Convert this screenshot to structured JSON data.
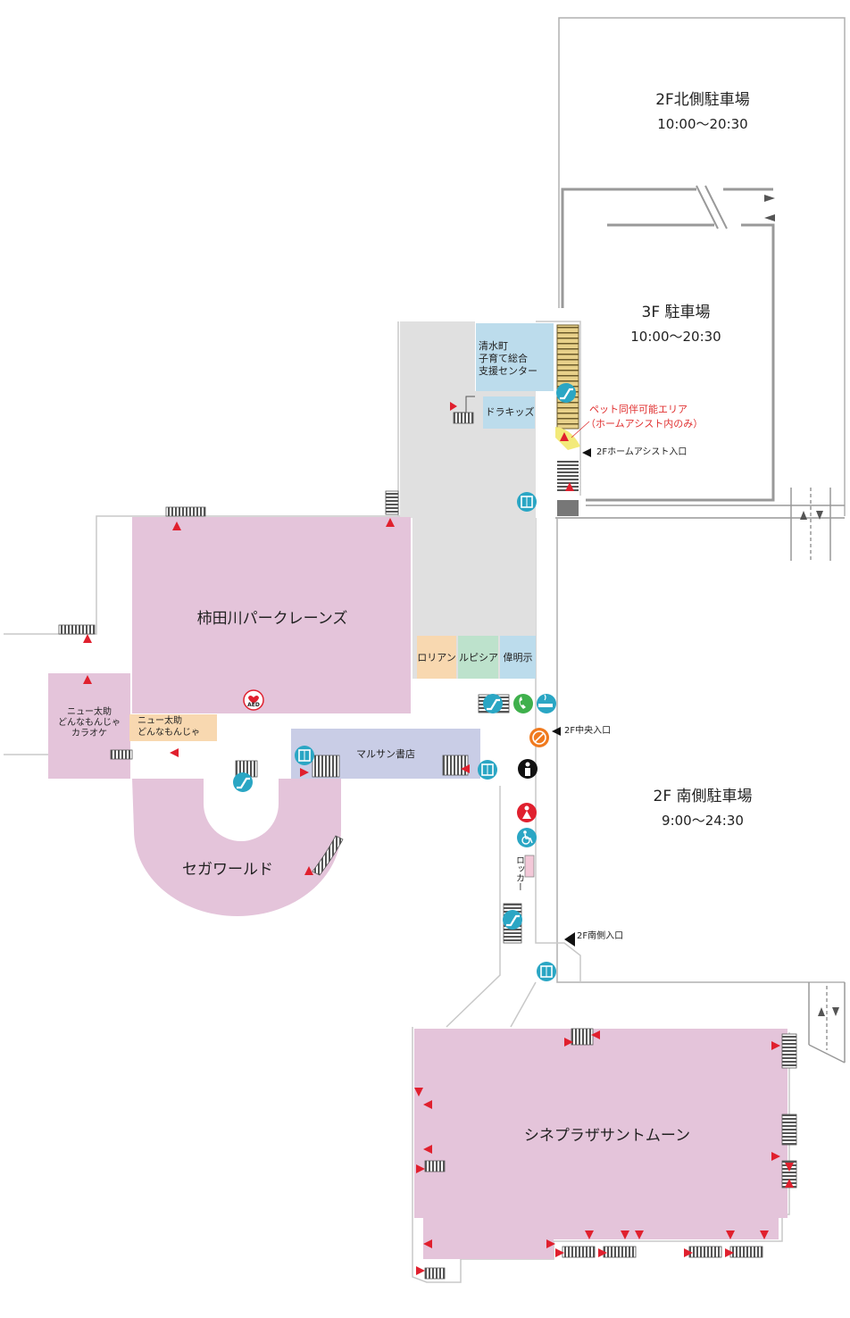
{
  "parking": {
    "north": {
      "name": "2F北側駐車場",
      "hours": "10:00〜20:30"
    },
    "third": {
      "name": "3F 駐車場",
      "hours": "10:00〜20:30"
    },
    "south": {
      "name": "2F 南側駐車場",
      "hours": "9:00〜24:30"
    }
  },
  "shops": {
    "kakitagawa": "柿田川パークレーンズ",
    "sega": "セガワールド",
    "cineplaza": "シネプラザサントムーン",
    "marusan": "マルサン書店",
    "shimizu": [
      "清水町",
      "子育て総合",
      "支援センター"
    ],
    "drakids": "ドラキッズ",
    "lorian": "ロリアン",
    "lupicia": "ルピシア",
    "imeiji": "偉明示",
    "newtaisuke_karaoke": [
      "ニュー太助",
      "どんなもんじゃ",
      "カラオケ"
    ],
    "newtaisuke": [
      "ニュー太助",
      "どんなもんじゃ"
    ]
  },
  "pet_area": [
    "ペット同伴可能エリア",
    "（ホームアシスト内のみ）"
  ],
  "entrances": {
    "homeassist": "2Fホームアシスト入口",
    "central": "2F中央入口",
    "south": "2F南側入口"
  },
  "locker": "ロッカー",
  "aed": "AED",
  "colors": {
    "pink_shop": "#e4c4da",
    "gray_area": "#e0e0e0",
    "blue_shop": "#bcdcec",
    "orange_shop": "#f8d8b0",
    "green_shop": "#bde2cc",
    "lilac_shop": "#c9cde6",
    "teal_icon": "#2aa6c4",
    "red_marker": "#e0202e",
    "green_icon": "#3fb04c",
    "orange_icon": "#f07a1e"
  },
  "icons": [
    "escalator-icon",
    "elevator-icon",
    "phone-icon",
    "smoking-icon",
    "no-pets-icon",
    "mens-toilet-icon",
    "womens-toilet-icon",
    "wheelchair-icon",
    "aed-icon",
    "entrance-arrow-icon",
    "stairs-icon",
    "exit-marker-icon"
  ]
}
